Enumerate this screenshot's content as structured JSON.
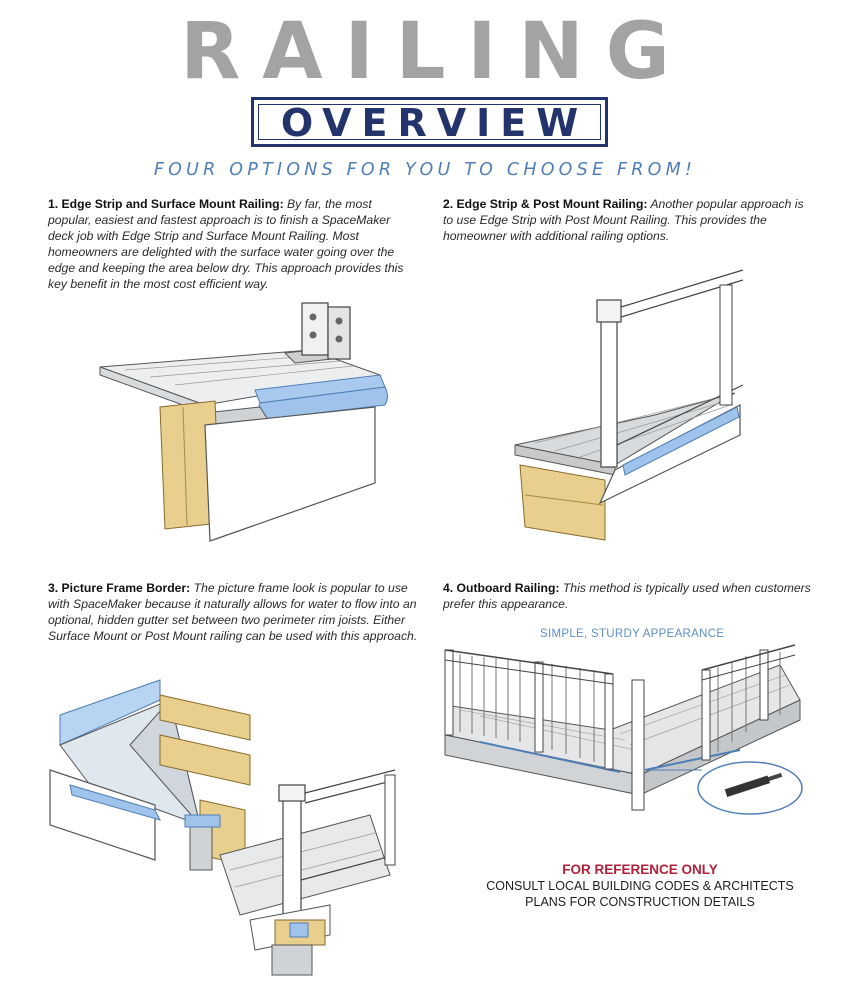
{
  "header": {
    "title": "RAILING",
    "subtitle": "OVERVIEW",
    "tagline": "FOUR OPTIONS FOR YOU TO CHOOSE FROM!"
  },
  "options": [
    {
      "heading": "1.  Edge Strip and Surface Mount Railing:",
      "body": "By far, the most popular, easiest and fastest approach is to finish a SpaceMaker deck job with Edge Strip and Surface Mount Railing. Most homeowners are delighted with the surface water going over the edge and keeping the area below dry. This approach provides this key benefit in the most cost efficient way."
    },
    {
      "heading": "2. Edge Strip & Post Mount Railing:",
      "body": "Another popular approach is to use Edge Strip with Post Mount Railing. This provides the homeowner with additional railing options."
    },
    {
      "heading": "3. Picture Frame Border:",
      "body": "The picture frame look is popular to use with SpaceMaker because it naturally allows for water to flow into an optional, hidden gutter set between two perimeter rim joists. Either Surface Mount or Post Mount railing can be used with this approach."
    },
    {
      "heading": "4. Outboard Railing:",
      "body": "This method is typically used when customers prefer this appearance."
    }
  ],
  "illustration_caption": "SIMPLE, STURDY APPEARANCE",
  "reference": {
    "line1": "FOR REFERENCE ONLY",
    "line2": "CONSULT LOCAL BUILDING CODES & ARCHITECTS",
    "line3": "PLANS FOR CONSTRUCTION DETAILS"
  },
  "colors": {
    "title_gray": "#a3a3a3",
    "navy": "#22346b",
    "accent_blue": "#4f7fb6",
    "gutter_blue": "#9fc3ea",
    "lumber": "#e8cf8e",
    "reference_red": "#b2213a"
  }
}
